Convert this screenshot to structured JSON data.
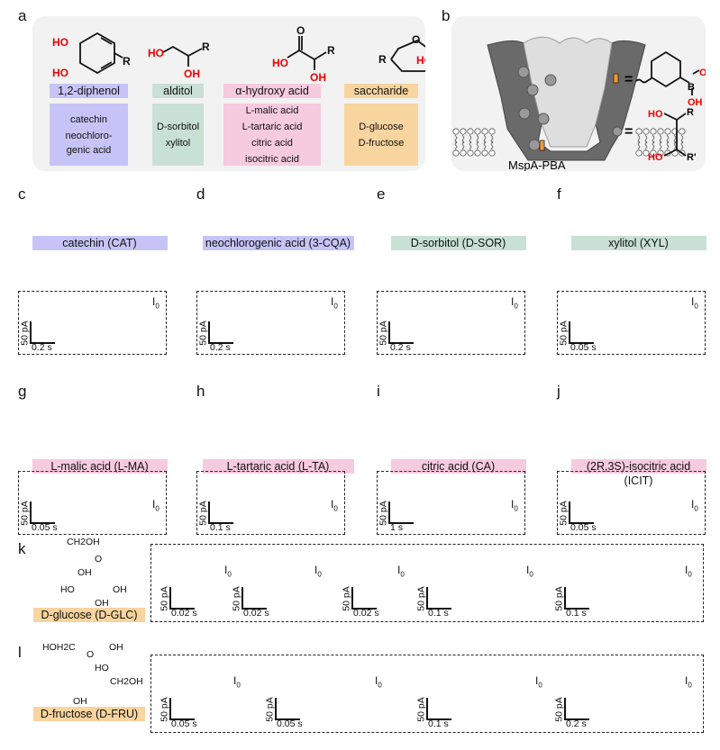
{
  "panel_labels": [
    "a",
    "b",
    "c",
    "d",
    "e",
    "f",
    "g",
    "h",
    "i",
    "j",
    "k",
    "l"
  ],
  "panel_a": {
    "classes": [
      {
        "name": "1,2-diphenol",
        "members": [
          "catechin",
          "neochloro-\ngenic acid"
        ],
        "color": "#c6c4f6"
      },
      {
        "name": "alditol",
        "members": [
          "D-sorbitol",
          "xylitol"
        ],
        "color": "#c9e0d5"
      },
      {
        "name": "α-hydroxy acid",
        "members": [
          "L-malic acid",
          "L-tartaric acid",
          "citric acid",
          "isocitric acid"
        ],
        "color": "#f6cadf"
      },
      {
        "name": "saccharide",
        "members": [
          "D-glucose",
          "D-fructose"
        ],
        "color": "#f8d49e"
      }
    ],
    "atoms": {
      "ho": "HO",
      "oh": "OH",
      "r": "R",
      "o": "O"
    }
  },
  "panel_b": {
    "pore_label": "MspA-PBA",
    "equals": "=",
    "atoms": {
      "b": "B",
      "oh": "OH",
      "ho": "HO",
      "r": "R",
      "r2": "R'"
    }
  },
  "analytes": [
    {
      "panel": "c",
      "name": "catechin (CAT)",
      "color": "#c6c4f6",
      "scale_y": "50 pA",
      "scale_x": "0.2 s",
      "baseline": "I0"
    },
    {
      "panel": "d",
      "name": "neochlorogenic acid (3-CQA)",
      "color": "#c6c4f6",
      "scale_y": "50 pA",
      "scale_x": "0.2 s",
      "baseline": "I0"
    },
    {
      "panel": "e",
      "name": "D-sorbitol (D-SOR)",
      "color": "#c9e0d5",
      "scale_y": "50 pA",
      "scale_x": "0.2 s",
      "baseline": "I0"
    },
    {
      "panel": "f",
      "name": "xylitol (XYL)",
      "color": "#c9e0d5",
      "scale_y": "50 pA",
      "scale_x": "0.05 s",
      "baseline": "I0"
    },
    {
      "panel": "g",
      "name": "L-malic acid (L-MA)",
      "color": "#f6cadf",
      "scale_y": "50 pA",
      "scale_x": "0.05 s",
      "baseline": "I0"
    },
    {
      "panel": "h",
      "name": "L-tartaric acid (L-TA)",
      "color": "#f6cadf",
      "scale_y": "50 pA",
      "scale_x": "0.1 s",
      "baseline": "I0"
    },
    {
      "panel": "i",
      "name": "citric acid (CA)",
      "color": "#f6cadf",
      "scale_y": "50 pA",
      "scale_x": "1 s",
      "baseline": "I0"
    },
    {
      "panel": "j",
      "name": "(2R,3S)-isocitric acid (ICIT)",
      "color": "#f6cadf",
      "scale_y": "50 pA",
      "scale_x": "0.05 s",
      "baseline": "I0"
    }
  ],
  "saccharides": [
    {
      "panel": "k",
      "name": "D-glucose (D-GLC)",
      "color": "#f8d49e",
      "atoms": {
        "ch2oh": "CH2OH",
        "o": "O",
        "oh": "OH",
        "ho": "HO"
      },
      "traces": [
        {
          "scale_y": "50 pA",
          "scale_x": "0.02 s",
          "baseline": "I0"
        },
        {
          "scale_y": "50 pA",
          "scale_x": "0.02 s",
          "baseline": "I0"
        },
        {
          "scale_y": "50 pA",
          "scale_x": "0.02 s",
          "baseline": "I0"
        },
        {
          "scale_y": "50 pA",
          "scale_x": "0.1 s",
          "baseline": "I0"
        },
        {
          "scale_y": "50 pA",
          "scale_x": "0.1 s",
          "baseline": "I0"
        }
      ]
    },
    {
      "panel": "l",
      "name": "D-fructose (D-FRU)",
      "color": "#f8d49e",
      "atoms": {
        "hoh2c": "HOH2C",
        "o": "O",
        "oh": "OH",
        "ho": "HO",
        "ch2oh": "CH2OH"
      },
      "traces": [
        {
          "scale_y": "50 pA",
          "scale_x": "0.05 s",
          "baseline": "I0"
        },
        {
          "scale_y": "50 pA",
          "scale_x": "0.05 s",
          "baseline": "I0"
        },
        {
          "scale_y": "50 pA",
          "scale_x": "0.1 s",
          "baseline": "I0"
        },
        {
          "scale_y": "50 pA",
          "scale_x": "0.2 s",
          "baseline": "I0"
        }
      ]
    }
  ]
}
